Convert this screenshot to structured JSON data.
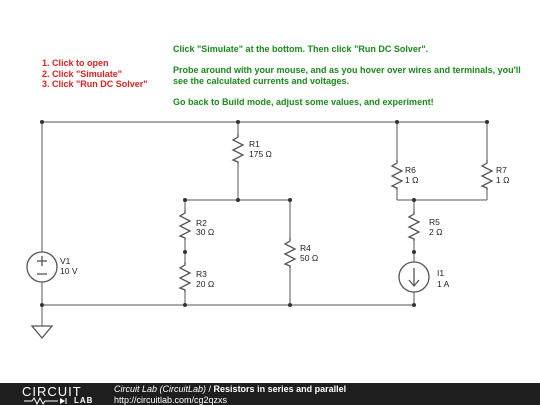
{
  "steps": [
    "1. Click to open",
    "2. Click \"Simulate\"",
    "3. Click \"Run DC Solver\""
  ],
  "instructions": [
    "Click \"Simulate\" at the bottom. Then click \"Run DC Solver\".",
    "Probe around with your mouse, and as you hover over wires and terminals, you'll see the calculated currents and voltages.",
    "Go back to Build mode, adjust some values, and experiment!"
  ],
  "components": {
    "R1": {
      "name": "R1",
      "value": "175 Ω"
    },
    "R2": {
      "name": "R2",
      "value": "30 Ω"
    },
    "R3": {
      "name": "R3",
      "value": "20 Ω"
    },
    "R4": {
      "name": "R4",
      "value": "50 Ω"
    },
    "R5": {
      "name": "R5",
      "value": "2 Ω"
    },
    "R6": {
      "name": "R6",
      "value": "1 Ω"
    },
    "R7": {
      "name": "R7",
      "value": "1 Ω"
    },
    "V1": {
      "name": "V1",
      "value": "10 V"
    },
    "I1": {
      "name": "I1",
      "value": "1 A"
    }
  },
  "footer": {
    "logo_top": "CIRCUIT",
    "logo_bottom": "LAB",
    "author": "Circuit Lab (CircuitLab)",
    "separator": " / ",
    "title": "Resistors in series and parallel",
    "url": "http://circuitlab.com/cg2qzxs"
  },
  "colors": {
    "steps": "#e02020",
    "instructions": "#1a8a1a",
    "footer_bg": "#1e1e1e",
    "wire": "#555555"
  }
}
